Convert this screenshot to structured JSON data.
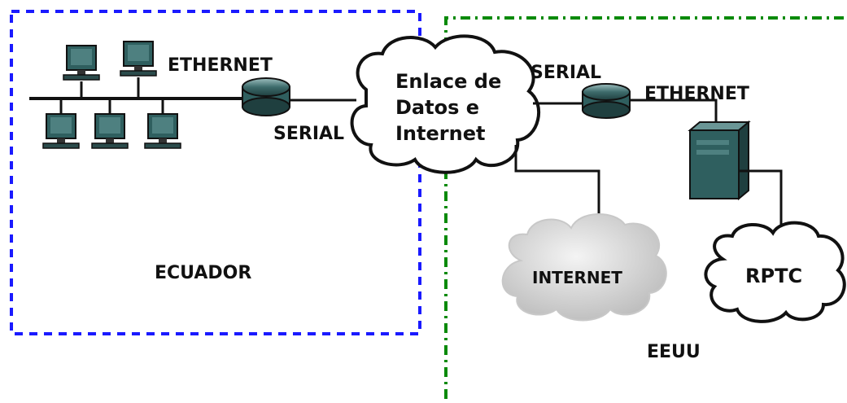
{
  "labels": {
    "ethernet_left": "ETHERNET",
    "serial_left": "SERIAL",
    "cloud_line1": "Enlace de",
    "cloud_line2": "Datos e",
    "cloud_line3": "Internet",
    "serial_right": "SERIAL",
    "ethernet_right": "ETHERNET",
    "internet": "INTERNET",
    "rptc": "RPTC",
    "ecuador": "ECUADOR",
    "eeuu": "EEUU"
  },
  "colors": {
    "ecuador_border": "#1a1aff",
    "eeuu_border": "#0a8a0a",
    "device": "#2f5f5f",
    "device_light": "#8fb0b0",
    "line": "#111111"
  },
  "icons": {
    "workstation": "computer-icon",
    "router": "router-icon",
    "server": "server-icon",
    "cloud": "cloud-icon"
  }
}
